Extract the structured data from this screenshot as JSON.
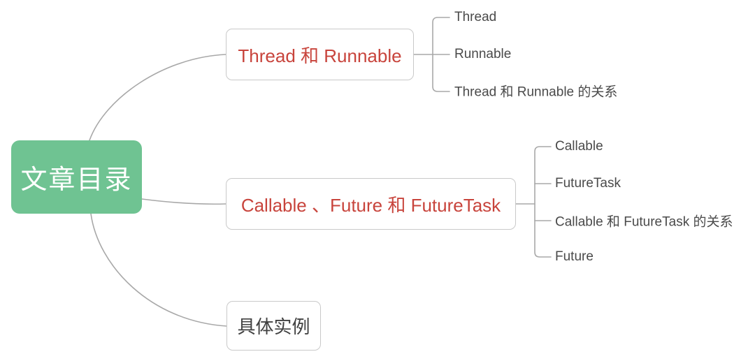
{
  "diagram": {
    "type": "mind-map",
    "title": "文章目录",
    "background": "#ffffff",
    "colors": {
      "root_fill": "#6FC392",
      "root_text": "#ffffff",
      "branch_text_red": "#C8443C",
      "branch_text_dark": "#414141",
      "branch_border": "#c9c9c9",
      "leaf_text": "#4a4a4a",
      "connector": "#a8a8a8"
    },
    "root": {
      "label": "文章目录"
    },
    "branches": [
      {
        "label": "Thread 和 Runnable",
        "style": "red",
        "leaves": [
          {
            "label": "Thread"
          },
          {
            "label": "Runnable"
          },
          {
            "label": "Thread 和 Runnable 的关系"
          }
        ]
      },
      {
        "label": "Callable 、Future 和 FutureTask",
        "style": "red",
        "leaves": [
          {
            "label": "Callable"
          },
          {
            "label": "FutureTask"
          },
          {
            "label": "Callable 和 FutureTask 的关系"
          },
          {
            "label": "Future"
          }
        ]
      },
      {
        "label": "具体实例",
        "style": "dark",
        "leaves": []
      }
    ]
  }
}
